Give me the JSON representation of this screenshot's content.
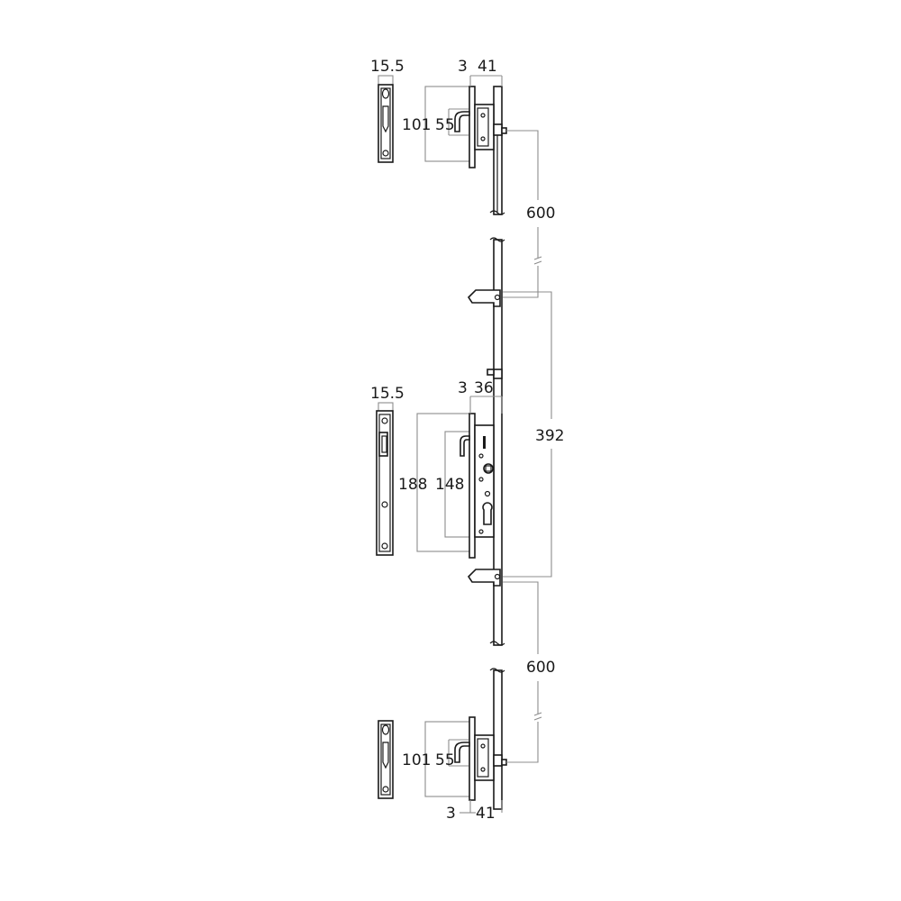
{
  "diagram": {
    "top_lock": {
      "faceplate_width": "15.5",
      "offset": "3",
      "depth": "41",
      "height": "101",
      "inner_height": "55"
    },
    "center_lock": {
      "faceplate_width": "15.5",
      "offset": "3",
      "depth": "36",
      "height": "188",
      "inner_height": "148"
    },
    "bottom_lock": {
      "height": "101",
      "inner_height": "55",
      "offset": "3",
      "depth": "41"
    },
    "spacing": {
      "upper": "600",
      "middle": "392",
      "lower": "600"
    }
  }
}
